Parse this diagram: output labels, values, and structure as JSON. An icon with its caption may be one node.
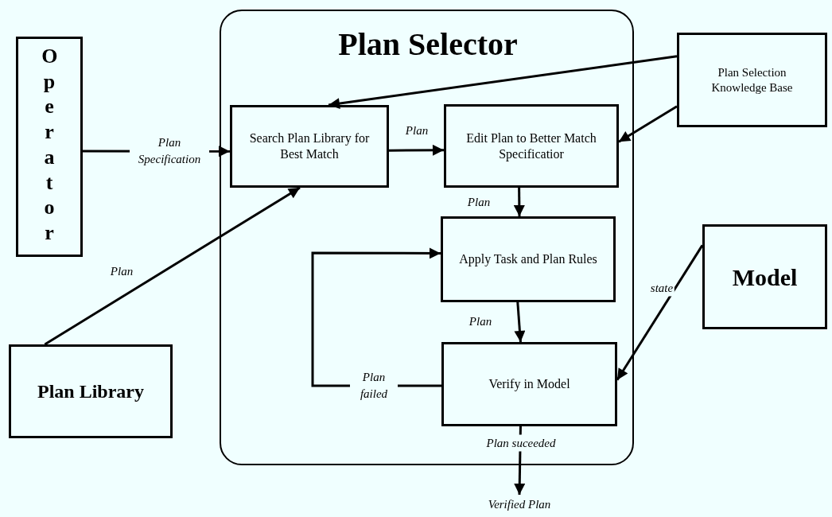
{
  "diagram": {
    "nodes": [
      {
        "text": [
          "Plan Selector"
        ]
      },
      {
        "text": [
          "Operator"
        ]
      },
      {
        "text": [
          "Search Plan Library for Best Match"
        ],
        "in": 0
      },
      {
        "text": [
          "Edit Plan to Better Match Specificatior"
        ],
        "in": 0
      },
      {
        "text": [
          "Apply Task and Plan Rules"
        ],
        "in": 0
      },
      {
        "text": [
          "Verify in Model"
        ],
        "in": 0
      },
      {
        "text": [
          "Plan Selection Knowledge Base"
        ]
      },
      {
        "text": [
          "Model"
        ]
      },
      {
        "text": [
          "Plan Library"
        ]
      },
      {
        "text": [
          "Verified Plan"
        ]
      }
    ],
    "edges": [
      {
        "from": 1,
        "to": 2,
        "arrow": "to",
        "label": "Plan Specification"
      },
      {
        "from": 2,
        "to": 3,
        "arrow": "to",
        "label": "Plan"
      },
      {
        "from": 6,
        "to": 2,
        "arrow": "to"
      },
      {
        "from": 6,
        "to": 3,
        "arrow": "to"
      },
      {
        "from": 3,
        "to": 4,
        "arrow": "to",
        "label": "Plan"
      },
      {
        "from": 4,
        "to": 5,
        "arrow": "to",
        "label": "Plan"
      },
      {
        "from": 8,
        "to": 2,
        "arrow": "to",
        "label": "Plan"
      },
      {
        "from": 7,
        "to": 5,
        "arrow": "to",
        "label": "state"
      },
      {
        "from": 5,
        "to": 4,
        "arrow": "to",
        "label": "Plan failed"
      },
      {
        "from": 5,
        "to": 9,
        "arrow": "to",
        "label": "Plan suceeded"
      }
    ]
  }
}
